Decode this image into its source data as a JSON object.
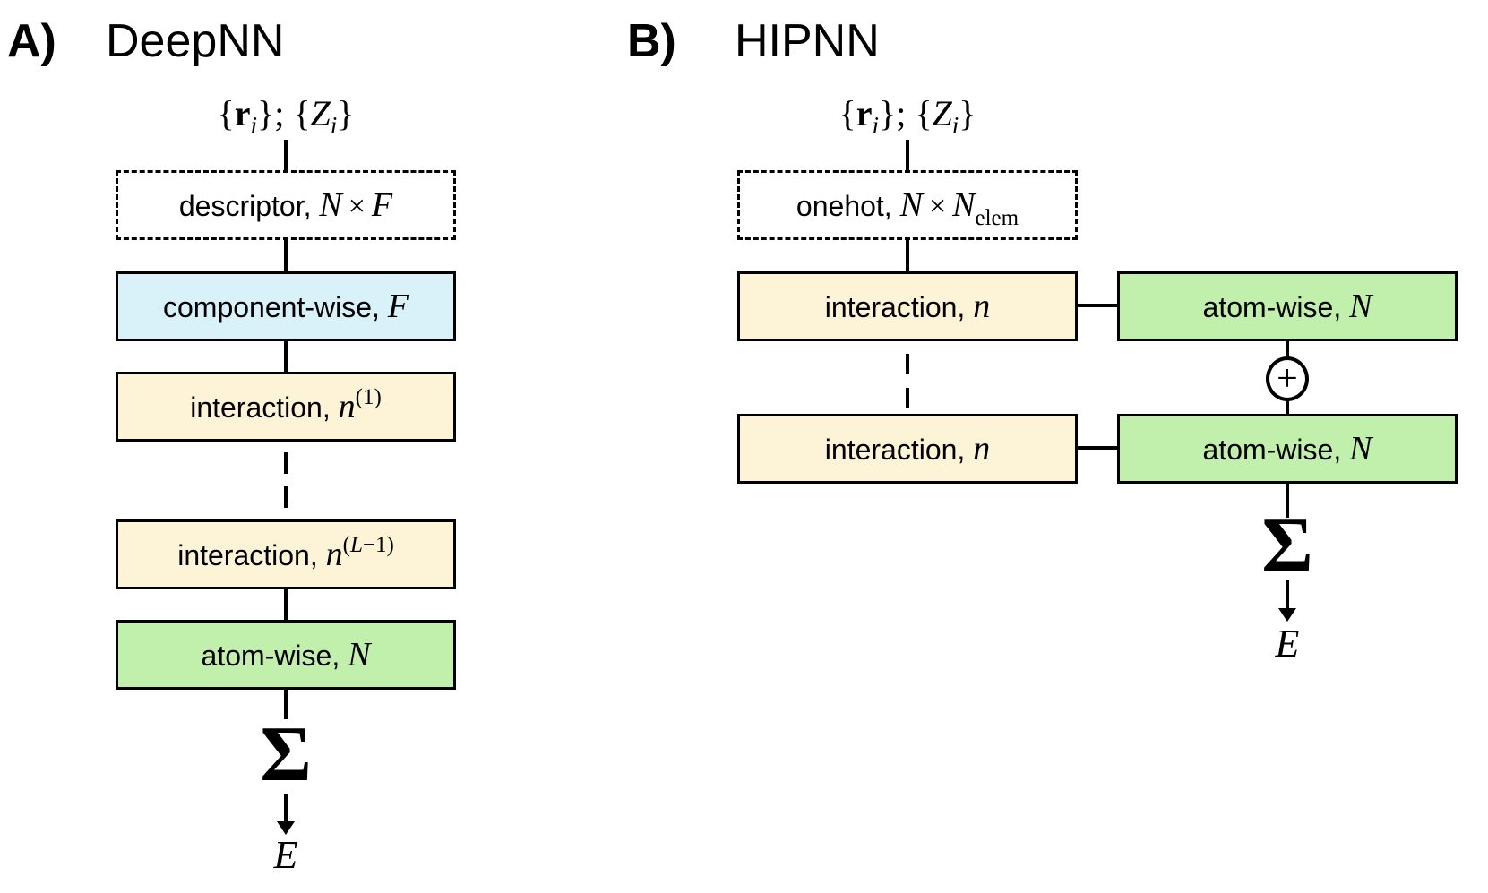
{
  "colors": {
    "box_blue": "#d9f1f9",
    "box_tan": "#fdf3d6",
    "box_green": "#c0f0ac",
    "line": "#000000",
    "bg": "#ffffff"
  },
  "panel_a": {
    "label": "A)",
    "title": "DeepNN",
    "formula": {
      "p1": "{",
      "vec": "r",
      "s1": "i",
      "p2": "}; {",
      "var": "Z",
      "s2": "i",
      "p3": "}"
    },
    "descriptor_box": {
      "text": "descriptor, ",
      "v1": "N",
      "times": "×",
      "v2": "F"
    },
    "component_box": {
      "text": "component-wise, ",
      "v1": "F"
    },
    "interaction1_box": {
      "text": "interaction, ",
      "v1": "n",
      "sup1": "(1)"
    },
    "interaction2_box": {
      "text": "interaction, ",
      "v1": "n",
      "sup1": "(",
      "supv": "L",
      "sup2": "−1)"
    },
    "atomwise_box": {
      "text": "atom-wise, ",
      "v1": "N"
    },
    "sum_symbol": "Σ",
    "output_label": "E"
  },
  "panel_b": {
    "label": "B)",
    "title": "HIPNN",
    "formula": {
      "p1": "{",
      "vec": "r",
      "s1": "i",
      "p2": "}; {",
      "var": "Z",
      "s2": "i",
      "p3": "}"
    },
    "onehot_box": {
      "text": "onehot, ",
      "v1": "N",
      "times": "×",
      "v2": "N",
      "sub": "elem"
    },
    "interaction1_box": {
      "text": "interaction, ",
      "v1": "n"
    },
    "interaction2_box": {
      "text": "interaction, ",
      "v1": "n"
    },
    "atomwise1_box": {
      "text": "atom-wise, ",
      "v1": "N"
    },
    "atomwise2_box": {
      "text": "atom-wise, ",
      "v1": "N"
    },
    "plus_symbol": "+",
    "sum_symbol": "Σ",
    "output_label": "E"
  }
}
